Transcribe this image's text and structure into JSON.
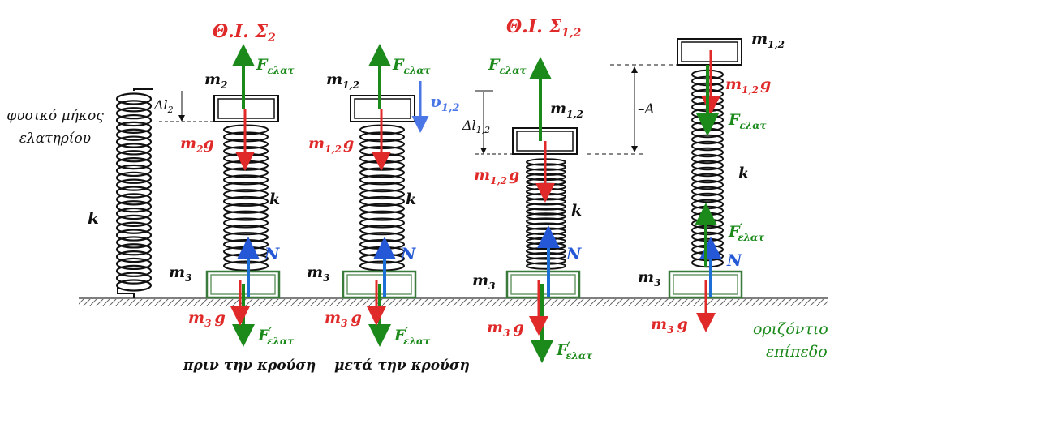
{
  "colors": {
    "red": "#e02a2a",
    "green": "#1b8a1b",
    "blue": "#2458d6",
    "light_blue": "#4a76e6",
    "mass_box_green": "#3a7a3a",
    "ground": "#555555"
  },
  "titles": {
    "sigma2_prefix": "Θ.Ι.",
    "sigma2_symbol": "Σ",
    "sigma2_sub": "2",
    "sigma12_prefix": "Θ.Ι.",
    "sigma12_symbol": "Σ",
    "sigma12_sub": "1,2"
  },
  "natural": {
    "label_line1": "φυσικό μήκος",
    "label_line2": "ελατηρίου",
    "k": "k",
    "dl_main": "Δl",
    "dl_sub": "2"
  },
  "common": {
    "F": "F",
    "elat": "ελατ",
    "prime": "′",
    "k": "k",
    "N": "N",
    "g": "g",
    "m": "m",
    "sub_1_2": "1,2",
    "sub_2": "2",
    "sub_3": "3"
  },
  "panel1": {
    "caption": "πριν την κρούση"
  },
  "panel2": {
    "caption": "μετά την κρούση",
    "v_main": "υ",
    "v_sub": "1,2"
  },
  "panel3": {
    "dl_main": "Δl",
    "dl_sub": "1,2"
  },
  "panel4": {
    "amp": "A",
    "amp_sign": "–",
    "ground_label_line1": "οριζόντιο",
    "ground_label_line2": "επίπεδο"
  }
}
